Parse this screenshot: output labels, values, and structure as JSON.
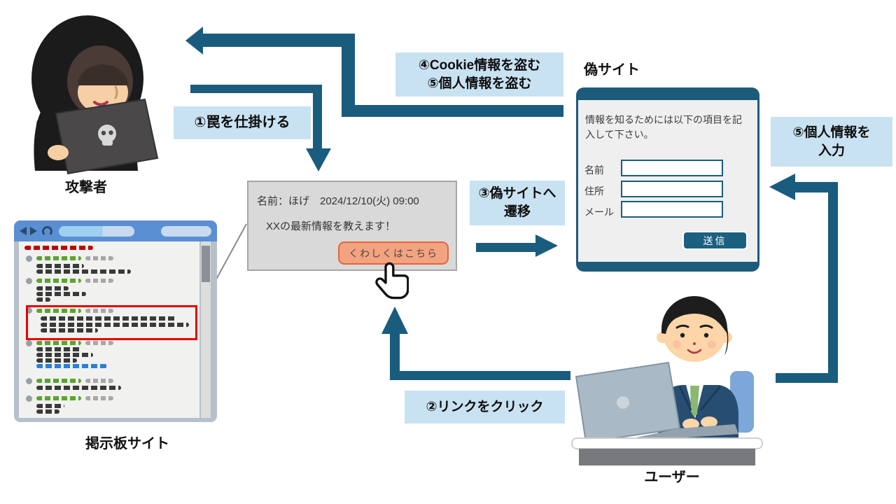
{
  "steps": {
    "step1": {
      "label": "①罠を仕掛ける"
    },
    "step2": {
      "label": "②リンクをクリック"
    },
    "step3": {
      "line1": "③偽サイトへ",
      "line2": "遷移"
    },
    "step45": {
      "line1": "④Cookie情報を盗む",
      "line2": "⑤個人情報を盗む"
    },
    "step5": {
      "line1": "⑤個人情報を",
      "line2": "入力"
    }
  },
  "actors": {
    "attacker_label": "攻撃者",
    "board_label": "掲示板サイト",
    "fake_site_label": "偽サイト",
    "user_label": "ユーザー"
  },
  "post_popup": {
    "header": "名前：ほげ　2024/12/10(火) 09:00",
    "body": "XXの最新情報を教えます！",
    "link_button": "くわしくはこちら"
  },
  "fake_site": {
    "instruction": "情報を知るためには以下の項目を記入して下さい。",
    "fields": [
      {
        "label": "名前",
        "value": ""
      },
      {
        "label": "住所",
        "value": ""
      },
      {
        "label": "メール",
        "value": ""
      }
    ],
    "submit_label": "送信"
  },
  "icons": {
    "back_icon": "left-triangle",
    "forward_icon": "right-triangle",
    "reload_icon": "circular-arrow",
    "skull_icon": "skull",
    "hand_cursor_icon": "pointing-hand"
  },
  "colors": {
    "arrow": "#1A5C7E",
    "label_bg": "#C9E2F2",
    "popup_bg": "#D9D9D9",
    "popup_border": "#A6A6A6",
    "link_button_bg": "#F4A381",
    "link_button_border": "#E0683C",
    "site_frame": "#1C5B7A",
    "site_body": "#EFEFEF",
    "highlight_box": "#E60000",
    "browser_toolbar": "#5A8FD3",
    "browser_frame": "#B6C0CA"
  }
}
